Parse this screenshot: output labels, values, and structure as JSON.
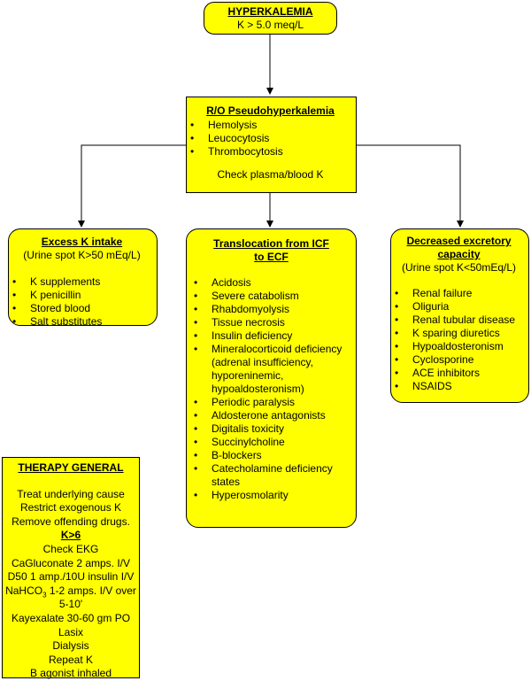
{
  "top": {
    "title": "HYPERKALEMIA",
    "subtitle": "K > 5.0 meq/L"
  },
  "pseudo": {
    "title": "R/O Pseudohyperkalemia",
    "items": [
      "Hemolysis",
      "Leucocytosis",
      "Thrombocytosis"
    ],
    "note": "Check plasma/blood K"
  },
  "excess": {
    "title": "Excess K intake",
    "subtitle": "(Urine spot K>50 mEq/L)",
    "items": [
      "K supplements",
      "K penicillin",
      "Stored blood",
      "Salt substitutes"
    ]
  },
  "translocation": {
    "title_line1": "Translocation from ICF",
    "title_line2": "to ECF",
    "items": [
      "Acidosis",
      "Severe catabolism",
      "Rhabdomyolysis",
      "Tissue necrosis",
      "Insulin deficiency",
      "Mineralocorticoid deficiency (adrenal insufficiency, hyporeninemic, hypoaldosteronism)",
      "Periodic paralysis",
      "Aldosterone antagonists",
      "Digitalis toxicity",
      "Succinylcholine",
      "B-blockers",
      "Catecholamine deficiency states",
      "Hyperosmolarity"
    ]
  },
  "decreased": {
    "title_line1": "Decreased excretory",
    "title_line2": "capacity",
    "subtitle": "(Urine spot K<50mEq/L)",
    "items": [
      "Renal failure",
      "Oliguria",
      "Renal tubular disease",
      "K sparing diuretics",
      "Hypoaldosteronism",
      "Cyclosporine",
      "ACE inhibitors",
      "NSAIDS"
    ]
  },
  "therapy": {
    "title": "THERAPY GENERAL",
    "general": [
      "Treat underlying cause",
      "Restrict exogenous K",
      "Remove offending drugs."
    ],
    "k_header": "K>6",
    "lines_a": [
      "Check EKG",
      "CaGluconate 2 amps. I/V",
      "D50 1 amp./10U insulin I/V"
    ],
    "nahco_prefix": "NaHCO",
    "nahco_sub": "3",
    "nahco_suffix": " 1-2 amps. I/V over 5-10'",
    "lines_b": [
      "Kayexalate 30-60 gm PO",
      "Lasix",
      "Dialysis",
      "Repeat K",
      "B agonist inhaled"
    ]
  }
}
